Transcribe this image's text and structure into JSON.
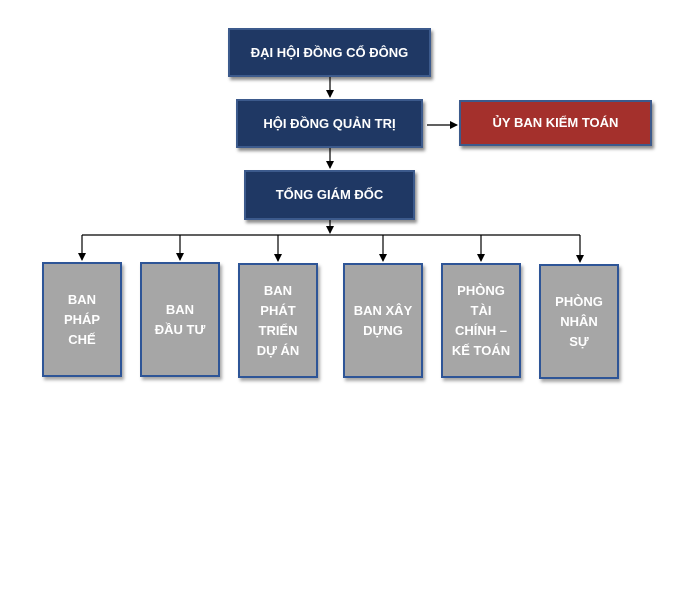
{
  "top": {
    "label": "ĐẠI HỘI ĐỒNG CỔ ĐÔNG"
  },
  "board": {
    "label": "HỘI ĐỒNG QUẢN TRỊ"
  },
  "audit": {
    "label": "ỦY BAN KIỂM TOÁN"
  },
  "ceo": {
    "label": "TỔNG GIÁM ĐỐC"
  },
  "departments": [
    {
      "label": "BAN\nPHÁP\nCHẾ"
    },
    {
      "label": "BAN\nĐẦU TƯ"
    },
    {
      "label": "BAN\nPHÁT\nTRIỂN\nDỰ ÁN"
    },
    {
      "label": "BAN XÂY\nDỰNG"
    },
    {
      "label": "PHÒNG\nTÀI\nCHÍNH –\nKẾ TOÁN"
    },
    {
      "label": "PHÒNG\nNHÂN\nSỰ"
    }
  ],
  "colors": {
    "navy": "#1f3864",
    "audit_red": "#a4302c",
    "department_grey": "#a6a6a6",
    "border_blue": "#2e5597"
  }
}
